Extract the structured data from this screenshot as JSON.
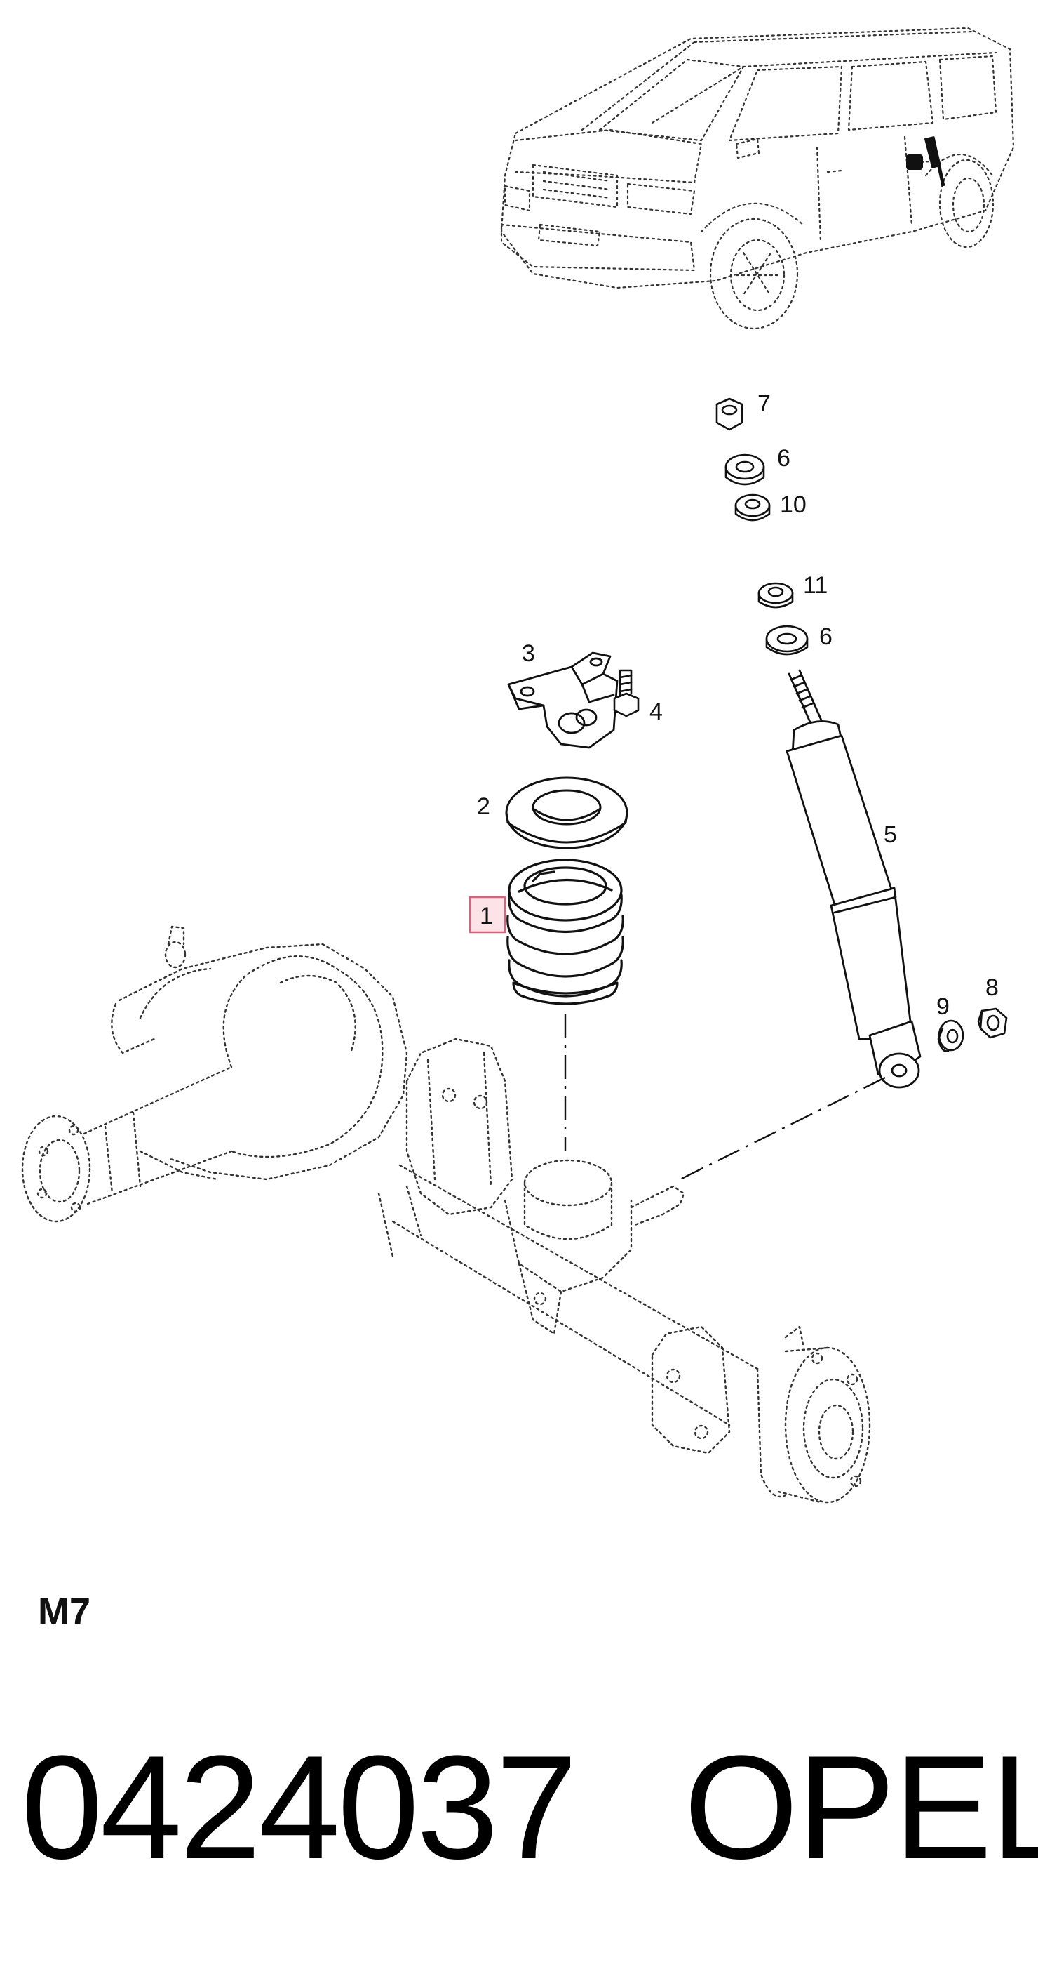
{
  "diagram": {
    "section_code": "M7",
    "part_number": "0424037",
    "brand": "OPEL",
    "highlight_color": "#e0607a",
    "callouts": {
      "c1": "1",
      "c2": "2",
      "c3": "3",
      "c4": "4",
      "c5": "5",
      "c6a": "6",
      "c6b": "6",
      "c7": "7",
      "c8": "8",
      "c9": "9",
      "c10": "10",
      "c11": "11"
    },
    "highlighted_callout": "1"
  }
}
